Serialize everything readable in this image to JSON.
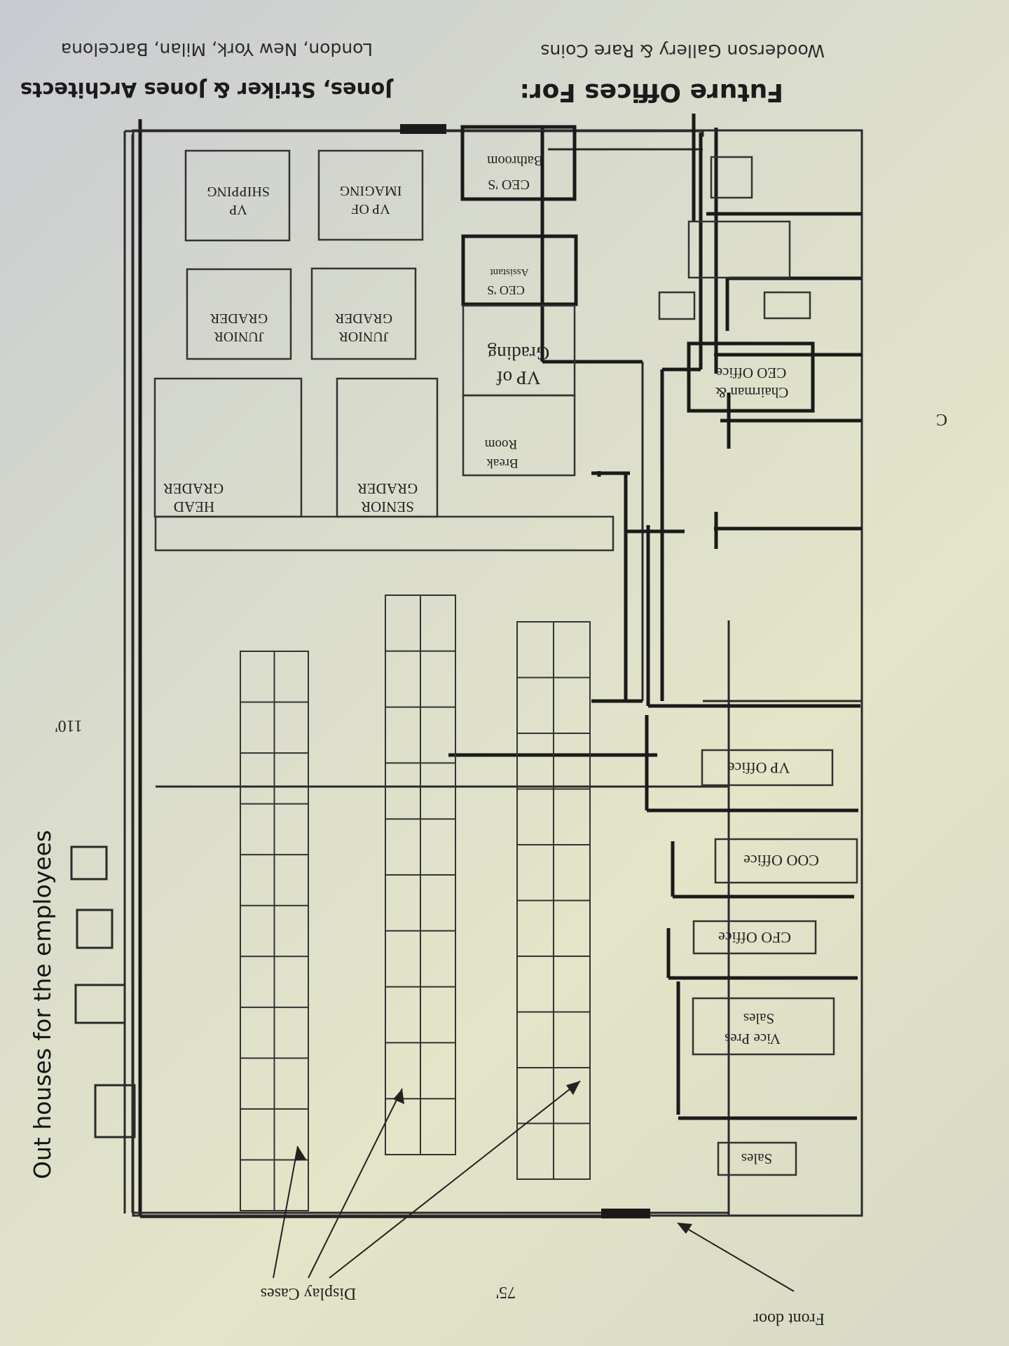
{
  "note": {
    "text": "Out houses for the employees"
  },
  "header": {
    "firm": "Jones, Striker & Jones Architects",
    "cities": "London, New York, Milan, Barcelona",
    "title": "Future Offices For:",
    "client": "Wooderson Gallery & Rare Coins"
  },
  "dimensions": {
    "length": "110'",
    "width": "75'"
  },
  "labels": {
    "display_cases": "Display Cases",
    "front_door": "Front door",
    "margin_mark": "C"
  },
  "rooms": {
    "vp_shipping": [
      "VP",
      "SHIPPING"
    ],
    "vp_imaging": [
      "VP OF",
      "IMAGING"
    ],
    "ceo_bathroom": [
      "CEO 'S",
      "Bathroom"
    ],
    "junior_grader_1": [
      "JUNIOR",
      "GRADER"
    ],
    "junior_grader_2": [
      "JUNIOR",
      "GRADER"
    ],
    "ceo_assistant": [
      "CEO 'S",
      "Assistant"
    ],
    "vp_grading": [
      "VP of",
      "Grading"
    ],
    "break_room": [
      "Break",
      "Room"
    ],
    "chairman_ceo": [
      "Chairman &",
      "CEO Office"
    ],
    "head_grader": [
      "HEAD",
      "GRADER"
    ],
    "senior_grader": [
      "SENIOR",
      "GRADER"
    ],
    "vp_office": "VP Office",
    "coo_office": "COO Office",
    "cfo_office": "CFO Office",
    "vp_sales": [
      "Vice Pres",
      "Sales"
    ],
    "sales": "Sales"
  },
  "display_cases": [
    {
      "columns": 2,
      "rows": 11
    },
    {
      "columns": 2,
      "rows": 10
    },
    {
      "columns": 2,
      "rows": 10
    }
  ]
}
